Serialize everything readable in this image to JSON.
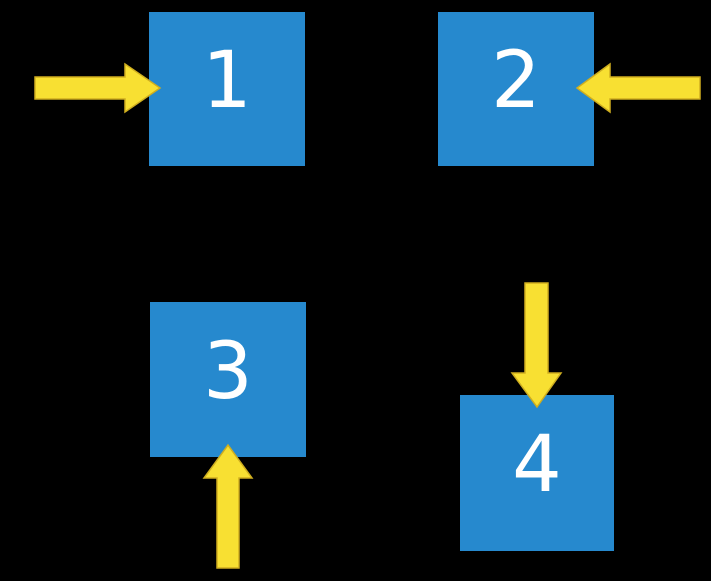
{
  "diagram": {
    "background_color": "#000000",
    "colors": {
      "square_blue": "#2689ce",
      "arrow_yellow": "#f8e032",
      "arrow_outline": "#cfae1f",
      "label_white": "#ffffff"
    },
    "squares": [
      {
        "label": "1",
        "arrow_direction": "right",
        "arrow_enters_from": "left side"
      },
      {
        "label": "2",
        "arrow_direction": "left",
        "arrow_enters_from": "right side"
      },
      {
        "label": "3",
        "arrow_direction": "up",
        "arrow_enters_from": "bottom side"
      },
      {
        "label": "4",
        "arrow_direction": "down",
        "arrow_enters_from": "top side"
      }
    ]
  }
}
